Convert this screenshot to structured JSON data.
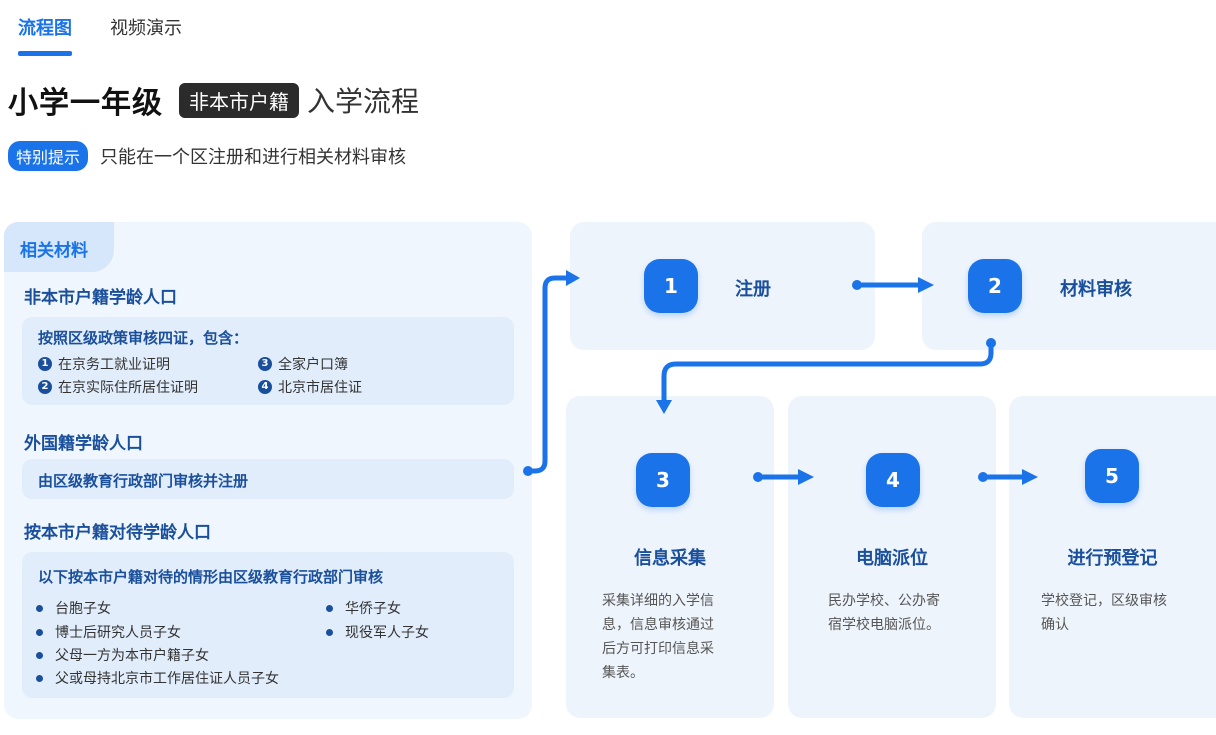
{
  "tabs": [
    {
      "label": "流程图",
      "active": true
    },
    {
      "label": "视频演示",
      "active": false
    }
  ],
  "title": {
    "main": "小学一年级",
    "tag": "非本市户籍",
    "rest": "入学流程"
  },
  "notice": {
    "badge": "特别提示",
    "text": "只能在一个区注册和进行相关材料审核"
  },
  "materials": {
    "header": "相关材料",
    "sections": [
      {
        "title": "非本市户籍学龄人口",
        "box_head": "按照区级政策审核四证，包含：",
        "items": [
          {
            "num": "1",
            "text": "在京务工就业证明"
          },
          {
            "num": "2",
            "text": "在京实际住所居住证明"
          },
          {
            "num": "3",
            "text": "全家户口簿"
          },
          {
            "num": "4",
            "text": "北京市居住证"
          }
        ]
      },
      {
        "title": "外国籍学龄人口",
        "box_head": "由区级教育行政部门审核并注册"
      },
      {
        "title": "按本市户籍对待学龄人口",
        "box_head": "以下按本市户籍对待的情形由区级教育行政部门审核",
        "items": [
          {
            "text": "台胞子女"
          },
          {
            "text": "博士后研究人员子女"
          },
          {
            "text": "父母一方为本市户籍子女"
          },
          {
            "text": "父或母持北京市工作居住证人员子女"
          },
          {
            "text": "华侨子女"
          },
          {
            "text": "现役军人子女"
          }
        ]
      }
    ]
  },
  "steps": [
    {
      "num": "1",
      "name": "注册"
    },
    {
      "num": "2",
      "name": "材料审核"
    },
    {
      "num": "3",
      "name": "信息采集",
      "desc": [
        "采集详细的入学信",
        "息，信息审核通过",
        "后方可打印信息采",
        "集表。"
      ]
    },
    {
      "num": "4",
      "name": "电脑派位",
      "desc": [
        "民办学校、公办寄",
        "宿学校电脑派位。"
      ]
    },
    {
      "num": "5",
      "name": "进行预登记",
      "desc": [
        "学校登记，区级审核",
        "确认"
      ]
    }
  ],
  "colors": {
    "accent": "#1a73e8",
    "dark_blue": "#1a4f9c",
    "card_bg": "#eef4fc"
  }
}
